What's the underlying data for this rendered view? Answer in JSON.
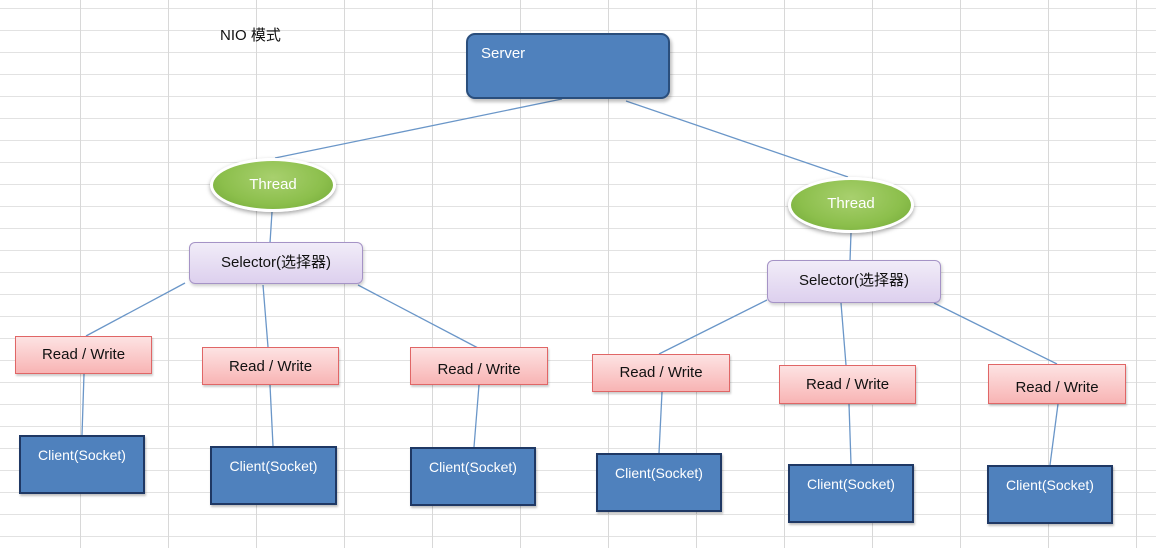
{
  "title": "NIO 模式",
  "server": {
    "label": "Server"
  },
  "groups": [
    {
      "thread": "Thread",
      "selector": "Selector(选择器)",
      "branches": [
        {
          "rw": "Read / Write",
          "client": "Client(Socket)"
        },
        {
          "rw": "Read / Write",
          "client": "Client(Socket)"
        },
        {
          "rw": "Read / Write",
          "client": "Client(Socket)"
        }
      ]
    },
    {
      "thread": "Thread",
      "selector": "Selector(选择器)",
      "branches": [
        {
          "rw": "Read / Write",
          "client": "Client(Socket)"
        },
        {
          "rw": "Read / Write",
          "client": "Client(Socket)"
        },
        {
          "rw": "Read / Write",
          "client": "Client(Socket)"
        }
      ]
    }
  ],
  "colors": {
    "server_fill": "#4f81bd",
    "thread_fill": "#8cbf4c",
    "selector_fill": "#ddd0ee",
    "read_write_fill": "#f8b4b4",
    "client_fill": "#4f81bd",
    "connector": "#6a96c8"
  }
}
